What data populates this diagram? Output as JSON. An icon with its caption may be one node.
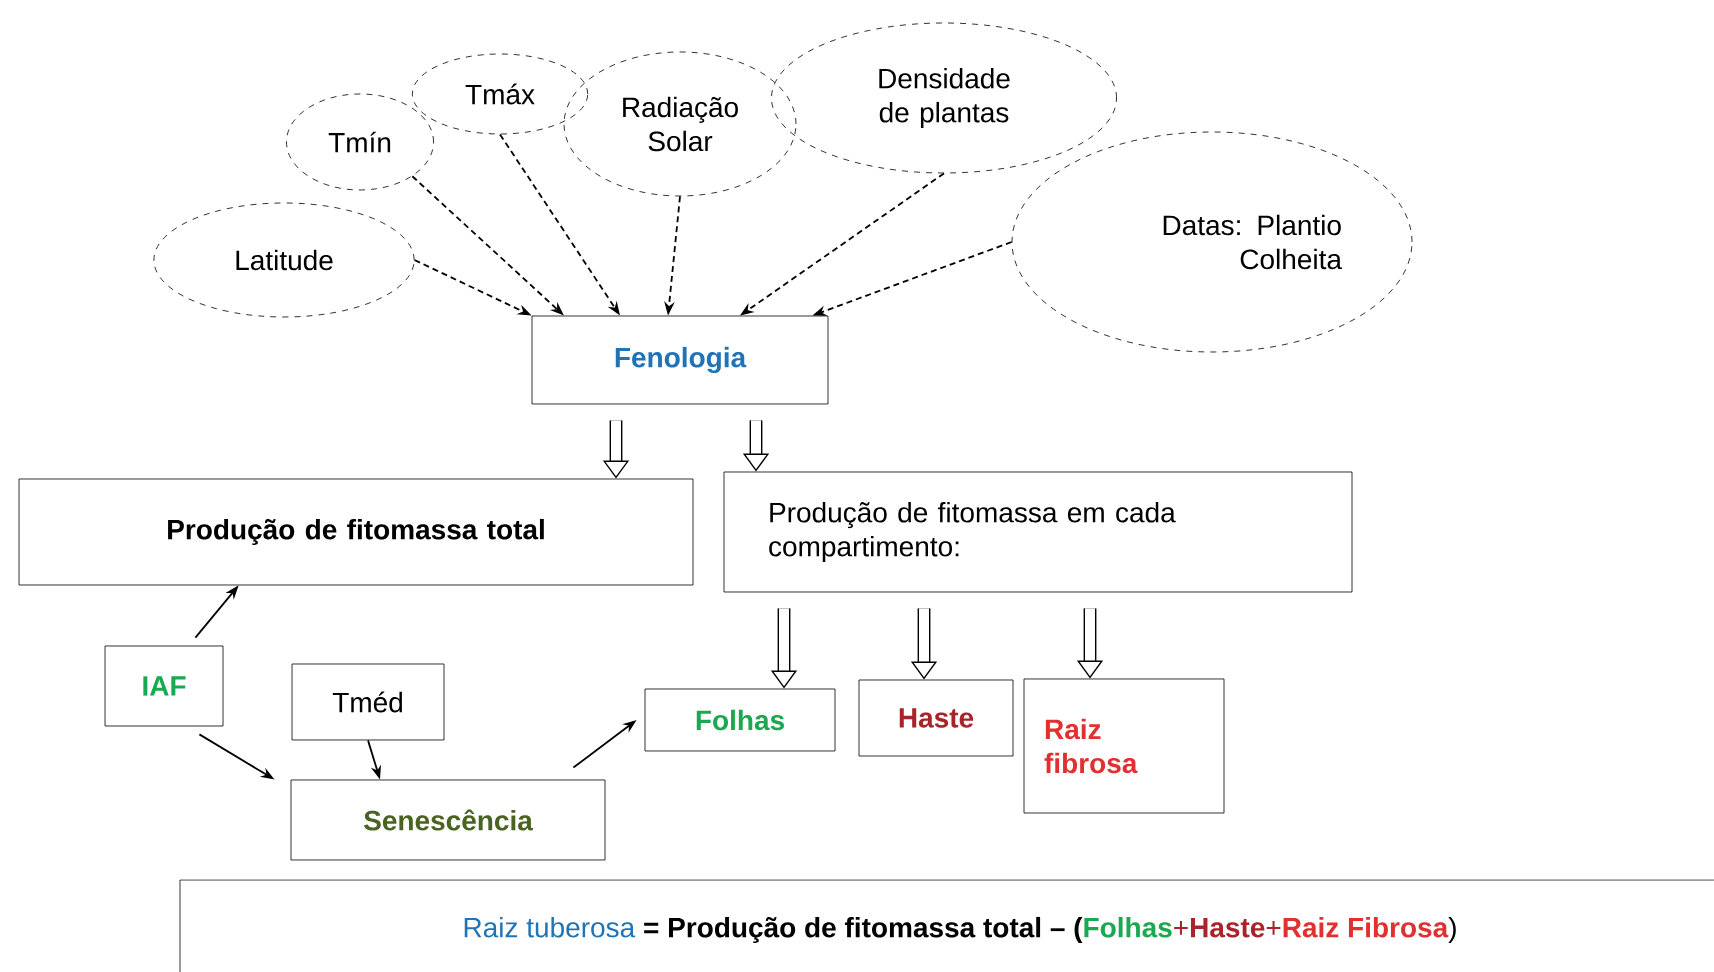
{
  "diagram": {
    "nodes": [
      {
        "text": [
          "Latitude"
        ]
      },
      {
        "text": [
          "Tmín"
        ]
      },
      {
        "text": [
          "Tmáx"
        ]
      },
      {
        "text": [
          "Radiação Solar"
        ]
      },
      {
        "text": [
          "Densidade de plantas"
        ]
      },
      {
        "text": [
          "Datas: Plantio Colheita"
        ]
      },
      {
        "text": [
          "Fenologia"
        ]
      },
      {
        "text": [
          "Produção de fitomassa total"
        ]
      },
      {
        "text": [
          "Produção de fitomassa em cada compartimento:"
        ]
      },
      {
        "text": [
          "IAF"
        ]
      },
      {
        "text": [
          "Tméd"
        ]
      },
      {
        "text": [
          "Senescência"
        ]
      },
      {
        "text": [
          "Folhas"
        ]
      },
      {
        "text": [
          "Haste"
        ]
      },
      {
        "text": [
          "Raiz fibrosa"
        ]
      },
      {
        "text": [
          "Raiz tuberosa",
          "=",
          "Produção de fitomassa total",
          "– (",
          "Folhas",
          "+",
          "Haste",
          "+",
          "Raiz Fibrosa",
          ")"
        ]
      }
    ],
    "edges": [
      {
        "from": 0,
        "to": 6,
        "arrow": "to",
        "style": "dashed"
      },
      {
        "from": 1,
        "to": 6,
        "arrow": "to",
        "style": "dashed"
      },
      {
        "from": 2,
        "to": 6,
        "arrow": "to",
        "style": "dashed"
      },
      {
        "from": 3,
        "to": 6,
        "arrow": "to",
        "style": "dashed"
      },
      {
        "from": 4,
        "to": 6,
        "arrow": "to",
        "style": "dashed"
      },
      {
        "from": 5,
        "to": 6,
        "arrow": "to",
        "style": "dashed"
      },
      {
        "from": 6,
        "to": 7,
        "arrow": "to",
        "style": "thick"
      },
      {
        "from": 6,
        "to": 8,
        "arrow": "to",
        "style": "thick"
      },
      {
        "from": 8,
        "to": 12,
        "arrow": "to",
        "style": "thick"
      },
      {
        "from": 8,
        "to": 13,
        "arrow": "to",
        "style": "thick"
      },
      {
        "from": 8,
        "to": 14,
        "arrow": "to",
        "style": "thick"
      },
      {
        "from": 9,
        "to": 7,
        "arrow": "to"
      },
      {
        "from": 9,
        "to": 11,
        "arrow": "to"
      },
      {
        "from": 10,
        "to": 11,
        "arrow": "to"
      },
      {
        "from": 11,
        "to": 12,
        "arrow": "to"
      }
    ]
  }
}
